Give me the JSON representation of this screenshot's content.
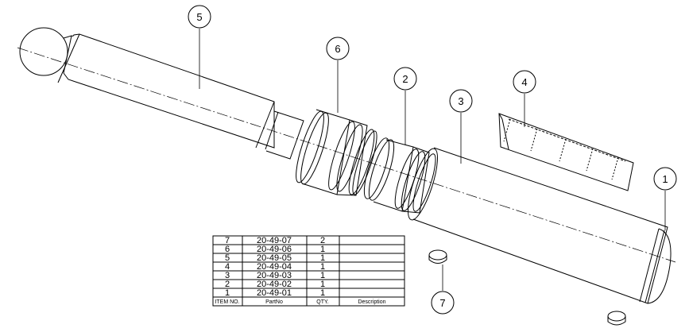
{
  "balloons": [
    {
      "label": "5"
    },
    {
      "label": "6"
    },
    {
      "label": "2"
    },
    {
      "label": "3"
    },
    {
      "label": "4"
    },
    {
      "label": "1"
    },
    {
      "label": "7"
    }
  ],
  "bom": {
    "headers": [
      "ITEM NO.",
      "PartNo",
      "QTY.",
      "Description"
    ],
    "rows": [
      {
        "item": "7",
        "part": "20-49-07",
        "qty": "2",
        "desc": ""
      },
      {
        "item": "6",
        "part": "20-49-06",
        "qty": "1",
        "desc": ""
      },
      {
        "item": "5",
        "part": "20-49-05",
        "qty": "1",
        "desc": ""
      },
      {
        "item": "4",
        "part": "20-49-04",
        "qty": "1",
        "desc": ""
      },
      {
        "item": "3",
        "part": "20-49-03",
        "qty": "1",
        "desc": ""
      },
      {
        "item": "2",
        "part": "20-49-02",
        "qty": "1",
        "desc": ""
      },
      {
        "item": "1",
        "part": "20-49-01",
        "qty": "1",
        "desc": ""
      }
    ]
  }
}
